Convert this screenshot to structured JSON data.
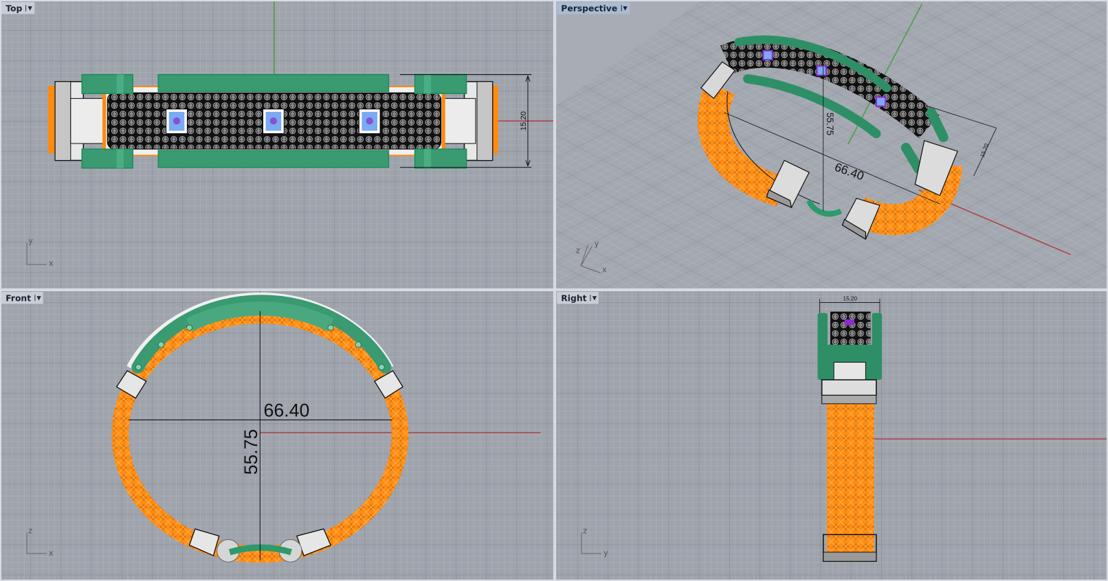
{
  "viewports": [
    {
      "label": "Top",
      "active": false
    },
    {
      "label": "Perspective",
      "active": true
    },
    {
      "label": "Front",
      "active": false
    },
    {
      "label": "Right",
      "active": false
    }
  ],
  "dropdown_icon": "triangle-down",
  "dimensions": {
    "width": "15.20",
    "diameter_x": "66.40",
    "diameter_y": "55.75"
  },
  "perspective_dimensions": {
    "a": "66.40",
    "b": "55.75",
    "c": "15.20"
  },
  "axes": {
    "x": "x",
    "y": "y",
    "z": "z"
  },
  "colors": {
    "viewport_bg": "#9ea3ac",
    "band_orange": "#ff8a10",
    "frame_green": "#2e9a6c",
    "gem_blue": "#7aaaf0",
    "gem_purple": "#8a2ad0",
    "x_axis": "#b04040",
    "y_axis": "#4aa040"
  }
}
